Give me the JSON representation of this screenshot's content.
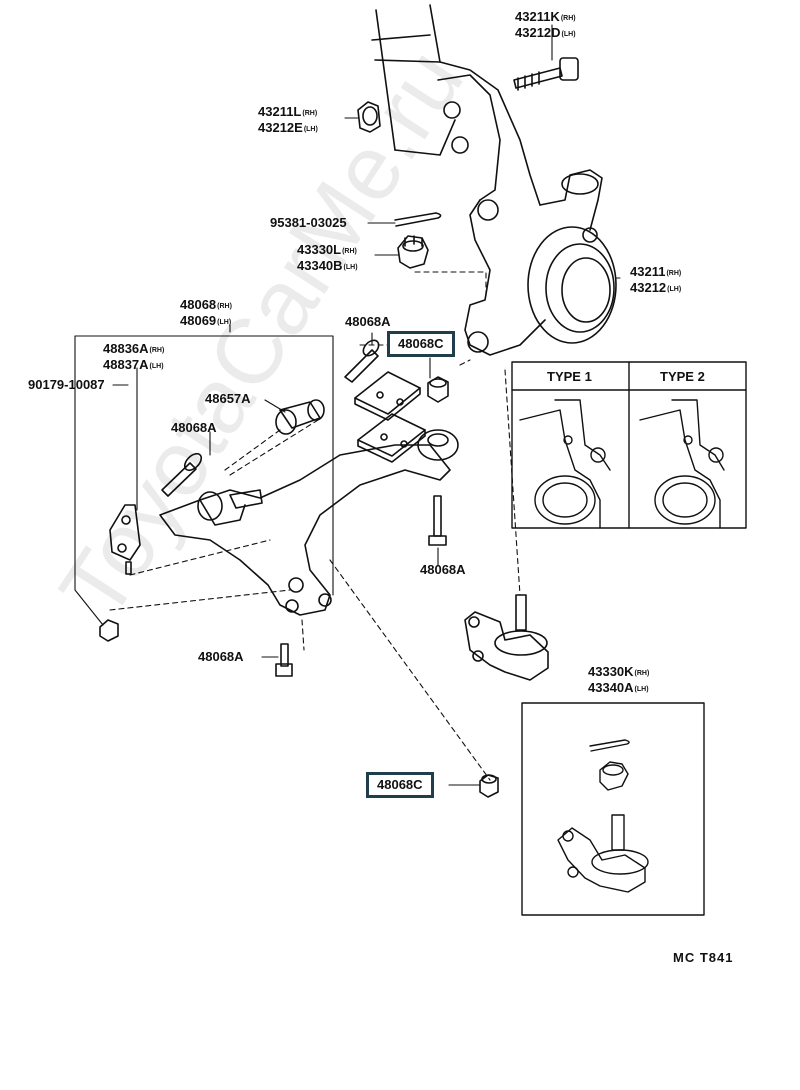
{
  "labels": {
    "bolt_top": {
      "line1": "43211K",
      "side1": "(RH)",
      "line2": "43212D",
      "side2": "(LH)"
    },
    "nut_top": {
      "line1": "43211L",
      "side1": "(RH)",
      "line2": "43212E",
      "side2": "(LH)"
    },
    "cotter_pin": {
      "text": "95381-03025"
    },
    "castle_nut": {
      "line1": "43330L",
      "side1": "(RH)",
      "line2": "43340B",
      "side2": "(LH)"
    },
    "knuckle": {
      "line1": "43211",
      "side1": "(RH)",
      "line2": "43212",
      "side2": "(LH)"
    },
    "lower_arm": {
      "line1": "48068",
      "side1": "(RH)",
      "line2": "48069",
      "side2": "(LH)"
    },
    "bracket": {
      "line1": "48836A",
      "side1": "(RH)",
      "line2": "48837A",
      "side2": "(LH)"
    },
    "bolt_side": {
      "text": "90179-10087"
    },
    "bushing": {
      "text": "48657A"
    },
    "bolt_a_upper": {
      "text": "48068A"
    },
    "bolt_a_left": {
      "text": "48068A"
    },
    "bolt_a_mid": {
      "text": "48068A"
    },
    "bolt_a_lower": {
      "text": "48068A"
    },
    "highlight_upper": {
      "text": "48068C"
    },
    "highlight_lower": {
      "text": "48068C"
    },
    "ball_joint": {
      "line1": "43330K",
      "side1": "(RH)",
      "line2": "43340A",
      "side2": "(LH)"
    }
  },
  "types": {
    "type1": "TYPE 1",
    "type2": "TYPE 2"
  },
  "footer": {
    "code": "MC  T841"
  },
  "watermark": {
    "text": "ToyotaCarMe.ru"
  },
  "colors": {
    "highlight_border": "#1f3d4a",
    "line": "#111111"
  }
}
